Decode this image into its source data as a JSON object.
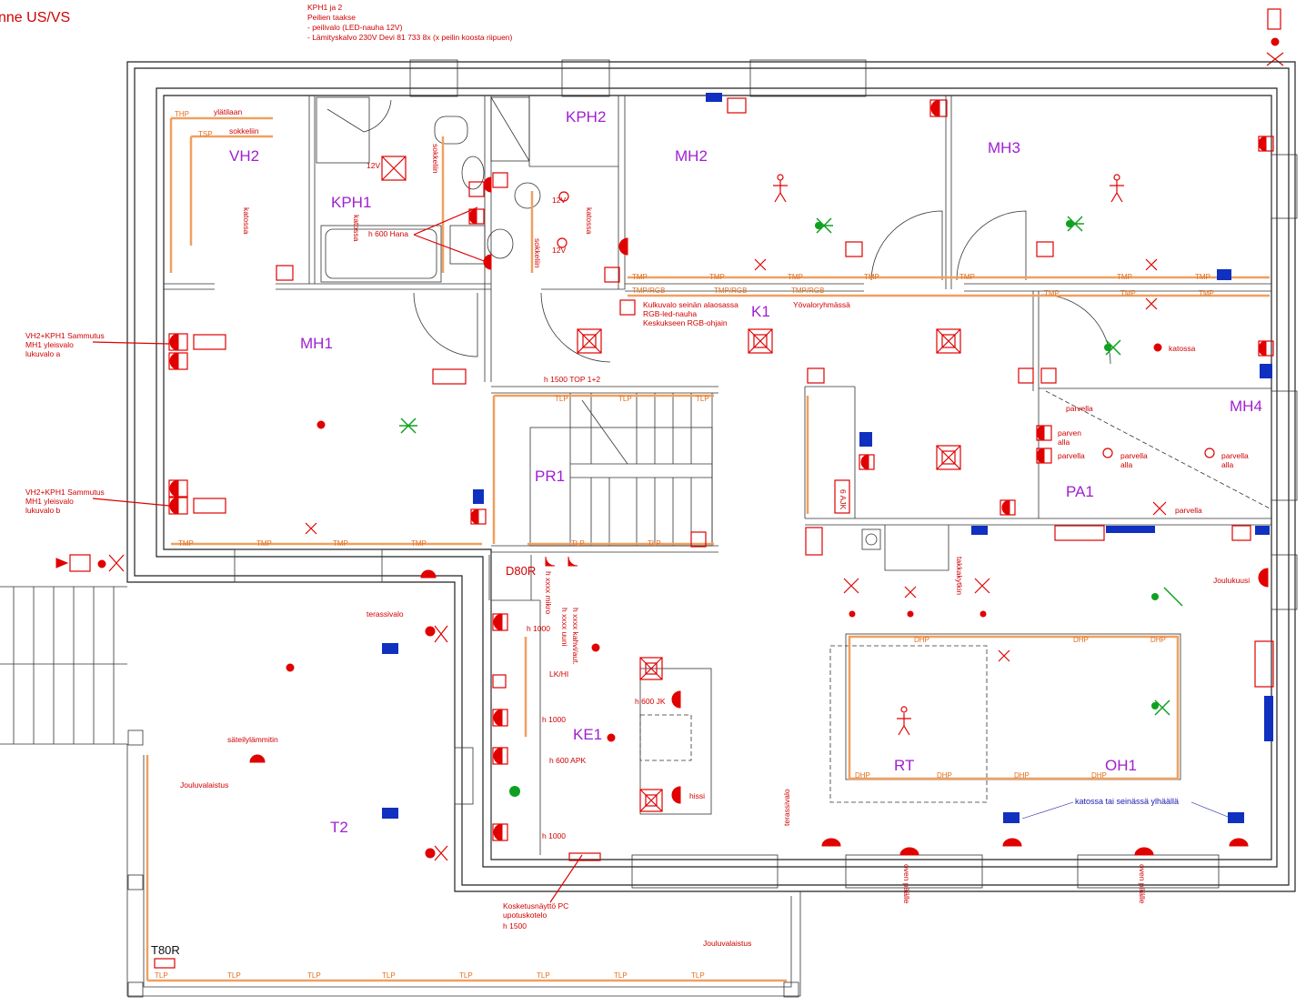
{
  "title": "nne US/VS",
  "notes": {
    "kph_title": "KPH1 ja 2",
    "kph_line1": "Peilien taakse",
    "kph_line2": "- peilivalo (LED-nauha 12V)",
    "kph_line3": "- Lämityskalvo 230V Devi 81 733 8x (x peilin koosta riipuen)",
    "vh2a_1": "VH2+KPH1 Sammutus",
    "vh2a_2": "MH1 yleisvalo",
    "vh2a_3": "lukuvalo a",
    "vh2b_1": "VH2+KPH1 Sammutus",
    "vh2b_2": "MH1 yleisvalo",
    "vh2b_3": "lukuvalo b",
    "ylatilaan": "ylätilaan",
    "sokkeliin": "sokkeliin",
    "sokkeliin2": "sokkeliin",
    "sokkeliin3": "sokkeliin",
    "v12a": "12V",
    "v12b": "12V",
    "v12c": "12V",
    "hana": "h 600 Hana",
    "katossa1": "katossa",
    "katossa2": "katossa",
    "katossa3": "katossa",
    "katossa4": "katossa",
    "kulku1": "Kulkuvalo seinän alaosassa",
    "kulku2": "RGB-led-nauha",
    "kulku3": "Keskukseen RGB-ohjain",
    "yovalo": "Yövaloryhmässä",
    "h1500top": "h 1500 TOP 1+2",
    "parvella1": "parvella",
    "parvella2": "parvella",
    "parvella3": "parvella",
    "parvella4": "parvella",
    "parvenalla1": "parven",
    "parvenalla2": "alla",
    "parvenalla3": "alla",
    "parvenalla4": "alla",
    "terassivalo": "terassivalo",
    "terassivalo2": "terassivalo",
    "h1000a": "h 1000",
    "h1000b": "h 1000",
    "h1000c": "h 1000",
    "lkhl": "LK/HI",
    "h600jk": "h 600 JK",
    "h600apk": "h 600 APK",
    "hissi": "hissi",
    "mikro": "h xxxx mikro",
    "kahvi": "h xxxx kahvi/aut.",
    "uuni": "h xxxx uuni",
    "sateily": "säteilylämmitin",
    "jouluvalo1": "Jouluvalaistus",
    "jouluvalo2": "Jouluvalaistus",
    "joulukuusi": "Joulukuusi",
    "takka": "takkakytkin",
    "ajk": "6 AJK",
    "katossa_seina": "katossa tai seinässä ylhäällä",
    "oven1": "oven päälle",
    "oven2": "oven päälle",
    "kosketus1": "Kosketusnäyttö PC",
    "kosketus2": "upotuskotelo",
    "kosketus3": "h 1500",
    "d80r": "D80R",
    "t80r": "T80R"
  },
  "rooms": {
    "vh2": "VH2",
    "kph1": "KPH1",
    "kph2": "KPH2",
    "mh2": "MH2",
    "mh3": "MH3",
    "mh1": "MH1",
    "k1": "K1",
    "mh4": "MH4",
    "pr1": "PR1",
    "pa1": "PA1",
    "ke1": "KE1",
    "rt": "RT",
    "oh1": "OH1",
    "t2": "T2"
  },
  "heating": {
    "thp": "THP",
    "tsp": "TSP",
    "tmp": "TMP",
    "tmprgb": "TMP/RGB",
    "tlp": "TLP",
    "dhp": "DHP"
  },
  "colors": {
    "room_label": "#a020d0",
    "electrical": "#e00000",
    "network": "#1030c0",
    "sensor": "#10a020",
    "heating": "#f0a060"
  }
}
